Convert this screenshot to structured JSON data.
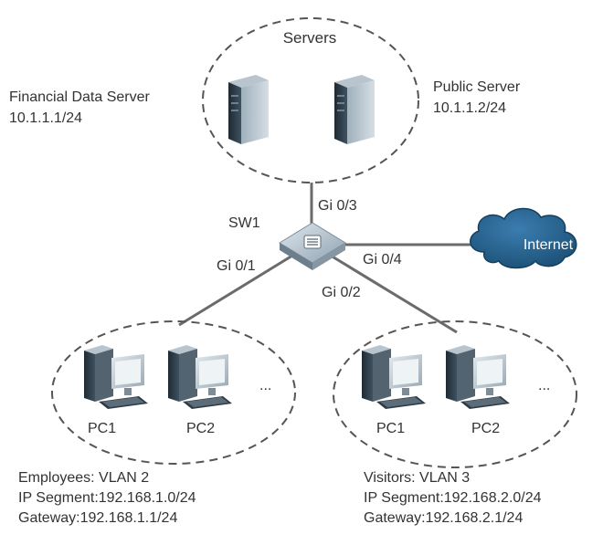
{
  "servers_group": {
    "title": "Servers",
    "financial": {
      "name": "Financial Data Server",
      "ip": "10.1.1.1/24"
    },
    "public": {
      "name": "Public Server",
      "ip": "10.1.1.2/24"
    }
  },
  "switch": {
    "name": "SW1",
    "ports": {
      "gi01": "Gi 0/1",
      "gi02": "Gi 0/2",
      "gi03": "Gi 0/3",
      "gi04": "Gi 0/4"
    }
  },
  "internet": {
    "label": "Internet"
  },
  "employees_group": {
    "pc1": "PC1",
    "pc2": "PC2",
    "more": "...",
    "vlan": "Employees: VLAN 2",
    "segment": "IP  Segment:192.168.1.0/24",
    "gateway": "Gateway:192.168.1.1/24"
  },
  "visitors_group": {
    "pc1": "PC1",
    "pc2": "PC2",
    "more": "...",
    "vlan": "Visitors: VLAN 3",
    "segment": "IP  Segment:192.168.2.0/24",
    "gateway": "Gateway:192.168.2.1/24"
  },
  "colors": {
    "dashed_outline": "#555555",
    "link_line": "#6b6b6b",
    "cloud": "#1f5a83",
    "device_dark": "#3a4a57",
    "device_light": "#c9d3da"
  }
}
